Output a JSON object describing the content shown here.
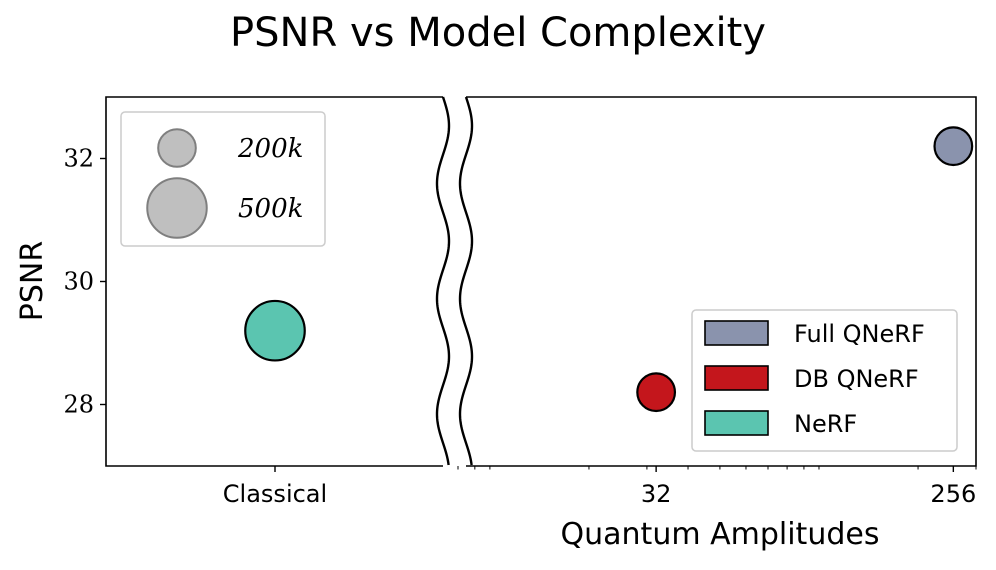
{
  "chart_data": {
    "type": "scatter",
    "title": "PSNR vs Model Complexity",
    "ylabel": "PSNR",
    "xlabel": "Quantum Amplitudes",
    "ylim": [
      27,
      33
    ],
    "yticks": [
      28,
      30,
      32
    ],
    "log_x": true,
    "classical_panel": {
      "tick_label": "Classical"
    },
    "quantum_panel": {
      "xlim": [
        8,
        300
      ],
      "ticks": [
        {
          "value": 32,
          "label": "32"
        },
        {
          "value": 256,
          "label": "256"
        }
      ]
    },
    "series": [
      {
        "name": "Full QNeRF",
        "color": "#8a93ad",
        "points": [
          {
            "x": 256,
            "y": 32.2,
            "params": 200000
          }
        ]
      },
      {
        "name": "DB QNeRF",
        "color": "#c4161c",
        "points": [
          {
            "x": 32,
            "y": 28.2,
            "params": 200000
          }
        ]
      },
      {
        "name": "NeRF",
        "color": "#5bc5b0",
        "points": [
          {
            "x": "Classical",
            "y": 29.2,
            "params": 500000
          }
        ]
      }
    ],
    "size_legend": [
      {
        "label": "200k",
        "params": 200000
      },
      {
        "label": "500k",
        "params": 500000
      }
    ],
    "size_legend_color": "#bfbfbf",
    "legend_position": "lower right",
    "size_legend_position": "upper left",
    "grid": false
  }
}
